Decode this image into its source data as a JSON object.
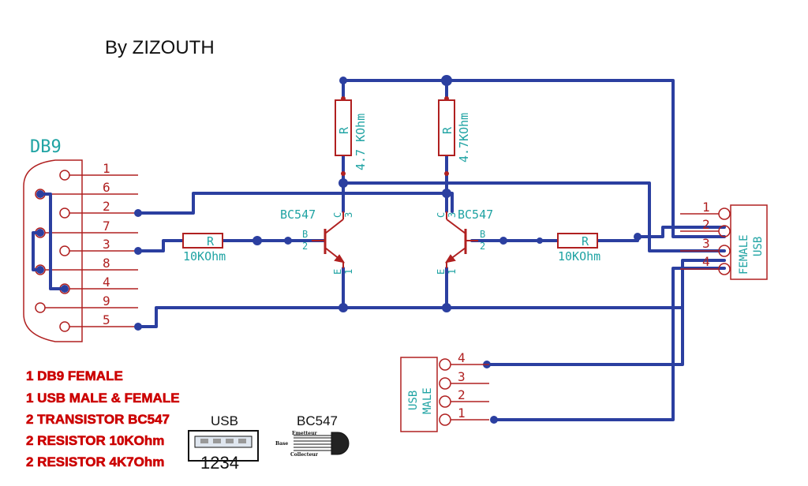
{
  "author": "By ZIZOUTH",
  "db9": {
    "title": "DB9",
    "pins": [
      "1",
      "6",
      "2",
      "7",
      "3",
      "8",
      "4",
      "9",
      "5"
    ]
  },
  "transistor_left": {
    "name": "BC547",
    "c": "C",
    "c_pin": "3",
    "b": "B",
    "b_pin": "2",
    "e": "E",
    "e_pin": "1"
  },
  "transistor_right": {
    "name": "BC547",
    "c": "C",
    "c_pin": "3",
    "b": "B",
    "b_pin": "2",
    "e": "E",
    "e_pin": "1"
  },
  "resistors": {
    "r_pullup_left": {
      "name": "R",
      "value": "4.7 KOhm"
    },
    "r_pullup_right": {
      "name": "R",
      "value": "4.7KOhm"
    },
    "r_base_left": {
      "name": "R",
      "value": "10KOhm"
    },
    "r_base_right": {
      "name": "R",
      "value": "10KOhm"
    }
  },
  "usb_female": {
    "line1": "FEMALE",
    "line2": "USB",
    "pins": [
      "1",
      "2",
      "3",
      "4"
    ]
  },
  "usb_male": {
    "line1": "USB",
    "line2": "MALE",
    "pins": [
      "4",
      "3",
      "2",
      "1"
    ]
  },
  "bom": [
    "1 DB9 FEMALE",
    "1 USB MALE & FEMALE",
    "2 TRANSISTOR BC547",
    "2 RESISTOR 10KOhm",
    "2 RESISTOR 4K7Ohm"
  ],
  "legend_usb": {
    "title": "USB",
    "pins": "1234"
  },
  "legend_bc547": {
    "title": "BC547",
    "emitter": "Emetteur",
    "base": "Base",
    "collector": "Collecteur"
  }
}
